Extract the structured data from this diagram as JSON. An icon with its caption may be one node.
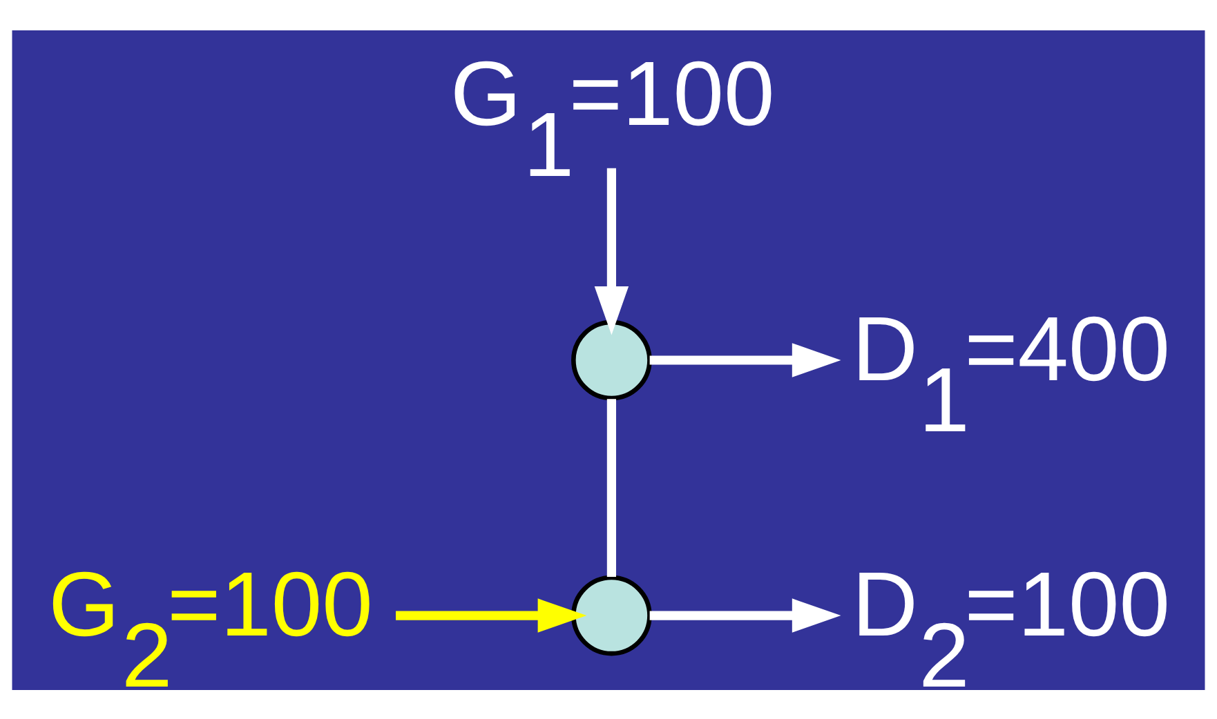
{
  "diagram": {
    "nodes": [
      {
        "text": [
          "G$_{1}$=100"
        ]
      },
      {
        "text": [],
        "shape": "circle"
      },
      {
        "text": [
          "D$_{1}$=400"
        ]
      },
      {
        "text": [],
        "shape": "circle"
      },
      {
        "text": [
          "G$_{2}$=100"
        ]
      },
      {
        "text": [
          "D$_{2}$=100"
        ]
      }
    ],
    "edges": [
      {
        "from": 0,
        "to": 1,
        "arrow": "to"
      },
      {
        "from": 1,
        "to": 2,
        "arrow": "to"
      },
      {
        "from": 1,
        "to": 3,
        "arrow": "none"
      },
      {
        "from": 4,
        "to": 3,
        "arrow": "to",
        "color": "#ffff00"
      },
      {
        "from": 3,
        "to": 5,
        "arrow": "to"
      }
    ]
  }
}
